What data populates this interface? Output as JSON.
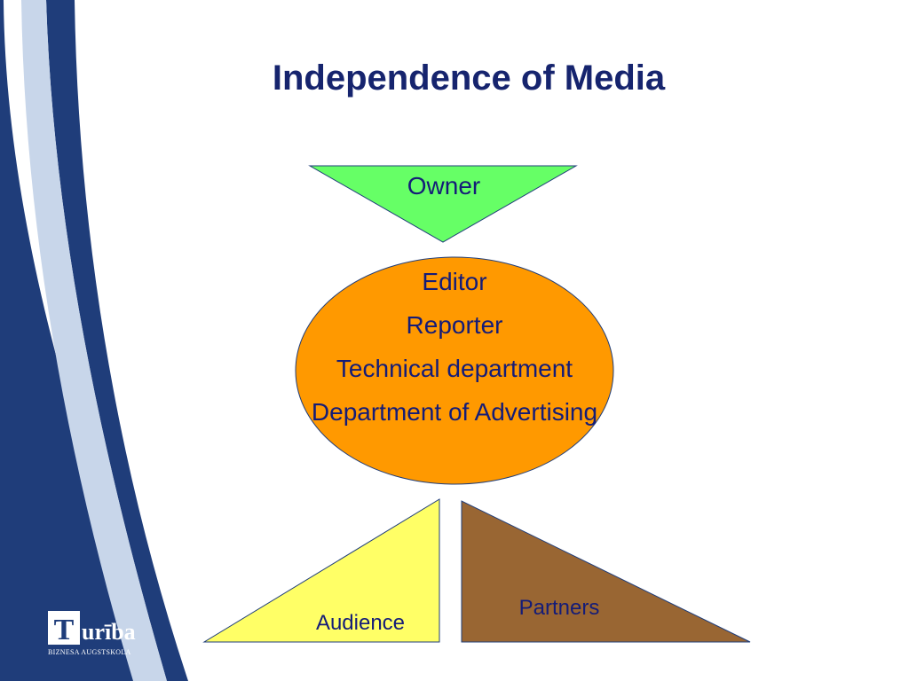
{
  "title": "Independence of Media",
  "diagram": {
    "owner": {
      "label": "Owner",
      "color": "#66ff66"
    },
    "center": {
      "color": "#ff9900",
      "items": [
        "Editor",
        "Reporter",
        "Technical department",
        "Department of Advertising"
      ]
    },
    "audience": {
      "label": "Audience",
      "color": "#ffff66"
    },
    "partners": {
      "label": "Partners",
      "color": "#996633"
    }
  },
  "logo": {
    "word": "urība",
    "initial": "T",
    "subtitle": "BIZNESA AUGSTSKOLA"
  },
  "colors": {
    "navy": "#1f3d7a",
    "text": "#141c78",
    "title": "#16246e"
  }
}
